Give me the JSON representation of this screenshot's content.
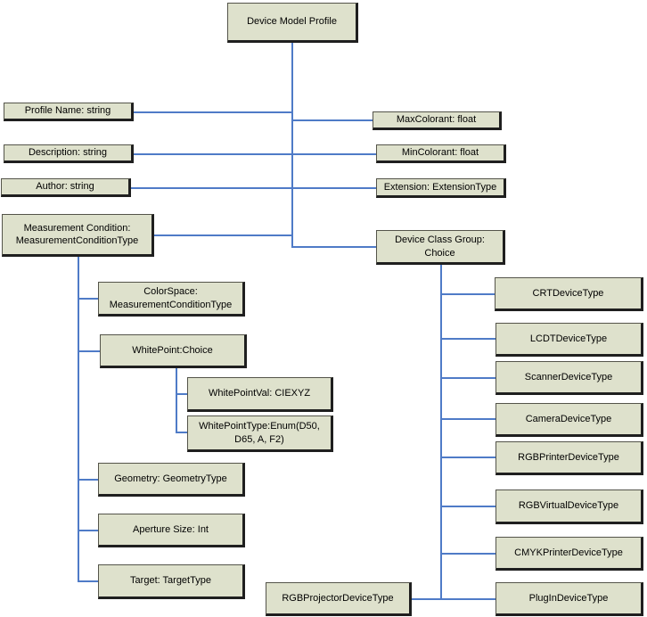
{
  "diagram": {
    "type": "schema-tree",
    "colors": {
      "background": "#ffffff",
      "node_fill": "#dee1cc",
      "node_border": "#54544a",
      "node_shadow": "#1f1f1f",
      "connector": "#4f7bc7",
      "text": "#000000"
    },
    "nodes": {
      "root": {
        "label": "Device Model Profile"
      },
      "profile_name": {
        "label": "Profile Name: string"
      },
      "description": {
        "label": "Description: string"
      },
      "author": {
        "label": "Author: string"
      },
      "measurement_condition": {
        "label": "Measurement Condition:\nMeasurementConditionType"
      },
      "max_colorant": {
        "label": "MaxColorant: float"
      },
      "min_colorant": {
        "label": "MinColorant: float"
      },
      "extension": {
        "label": "Extension: ExtensionType"
      },
      "device_class_group": {
        "label": "Device Class Group:\nChoice"
      },
      "color_space": {
        "label": "ColorSpace:\nMeasurementConditionType"
      },
      "white_point": {
        "label": "WhitePoint:Choice"
      },
      "white_point_val": {
        "label": "WhitePointVal: CIEXYZ"
      },
      "white_point_type": {
        "label": "WhitePointType:Enum(D50,\nD65, A, F2)"
      },
      "geometry": {
        "label": "Geometry: GeometryType"
      },
      "aperture_size": {
        "label": "Aperture Size: Int"
      },
      "target": {
        "label": "Target: TargetType"
      },
      "crt": {
        "label": "CRTDeviceType"
      },
      "lcdt": {
        "label": "LCDTDeviceType"
      },
      "scanner": {
        "label": "ScannerDeviceType"
      },
      "camera": {
        "label": "CameraDeviceType"
      },
      "rgb_printer": {
        "label": "RGBPrinterDeviceType"
      },
      "rgb_virtual": {
        "label": "RGBVirtualDeviceType"
      },
      "cmyk_printer": {
        "label": "CMYKPrinterDeviceType"
      },
      "plug_in": {
        "label": "PlugInDeviceType"
      },
      "rgb_projector": {
        "label": "RGBProjectorDeviceType"
      }
    }
  }
}
